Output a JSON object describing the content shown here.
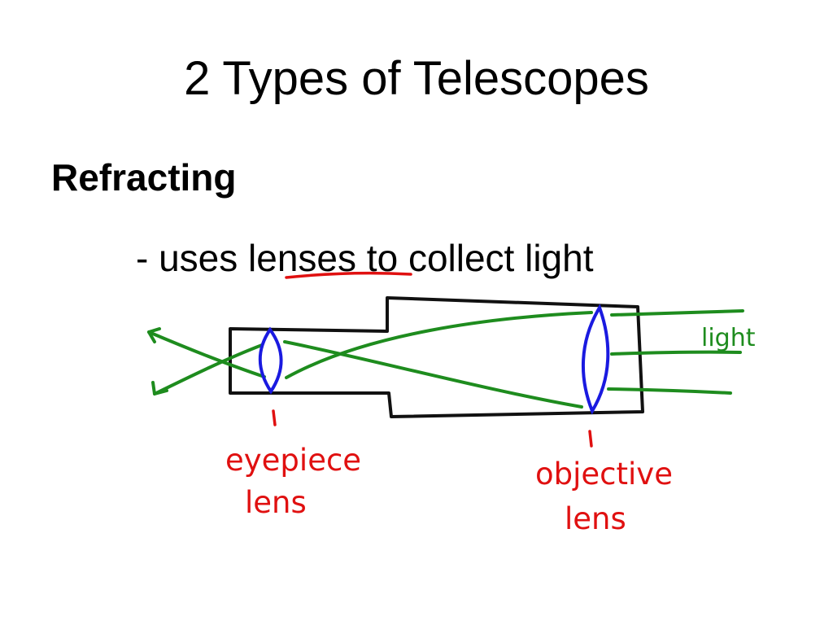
{
  "slide": {
    "title": "2 Types of Telescopes",
    "heading": "Refracting",
    "bullet": {
      "prefix": "- uses ",
      "emphasis": "lenses",
      "suffix": " to collect light"
    }
  },
  "diagram": {
    "labels": {
      "light": "light",
      "eyepiece_line1": "eyepiece",
      "eyepiece_line2": "lens",
      "objective_line1": "objective",
      "objective_line2": "lens"
    },
    "colors": {
      "tube": "#111111",
      "lens": "#1a1ae0",
      "ray": "#1e8c1e",
      "annotation": "#e01010"
    }
  }
}
